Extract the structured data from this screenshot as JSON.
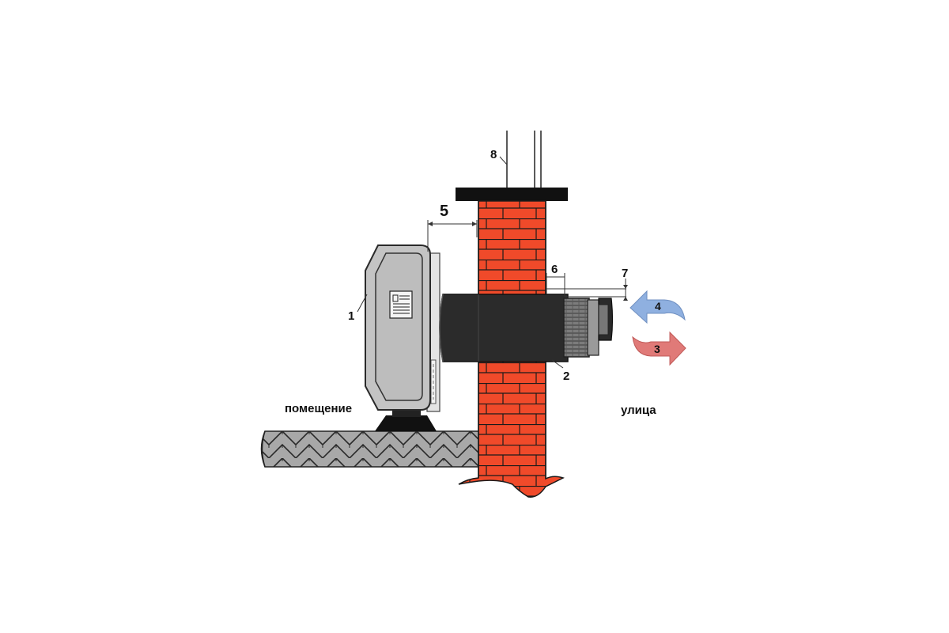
{
  "labels": {
    "room": "помещение",
    "street": "улица"
  },
  "callouts": {
    "device": "1",
    "grille": "2",
    "supply_arrow": "3",
    "exhaust_arrow": "4",
    "gap_device_wall": "5",
    "gap_pipe_end": "6",
    "gap_outer": "7",
    "cable": "8"
  },
  "colors": {
    "brick": "#f04a2a",
    "mortar": "#1a1a1a",
    "pipe": "#2b2b2b",
    "device_body": "#c4c4c4",
    "floor": "#a8a8a8",
    "exhaust_arrow": "#8fb0e0",
    "supply_arrow": "#e07a78"
  }
}
